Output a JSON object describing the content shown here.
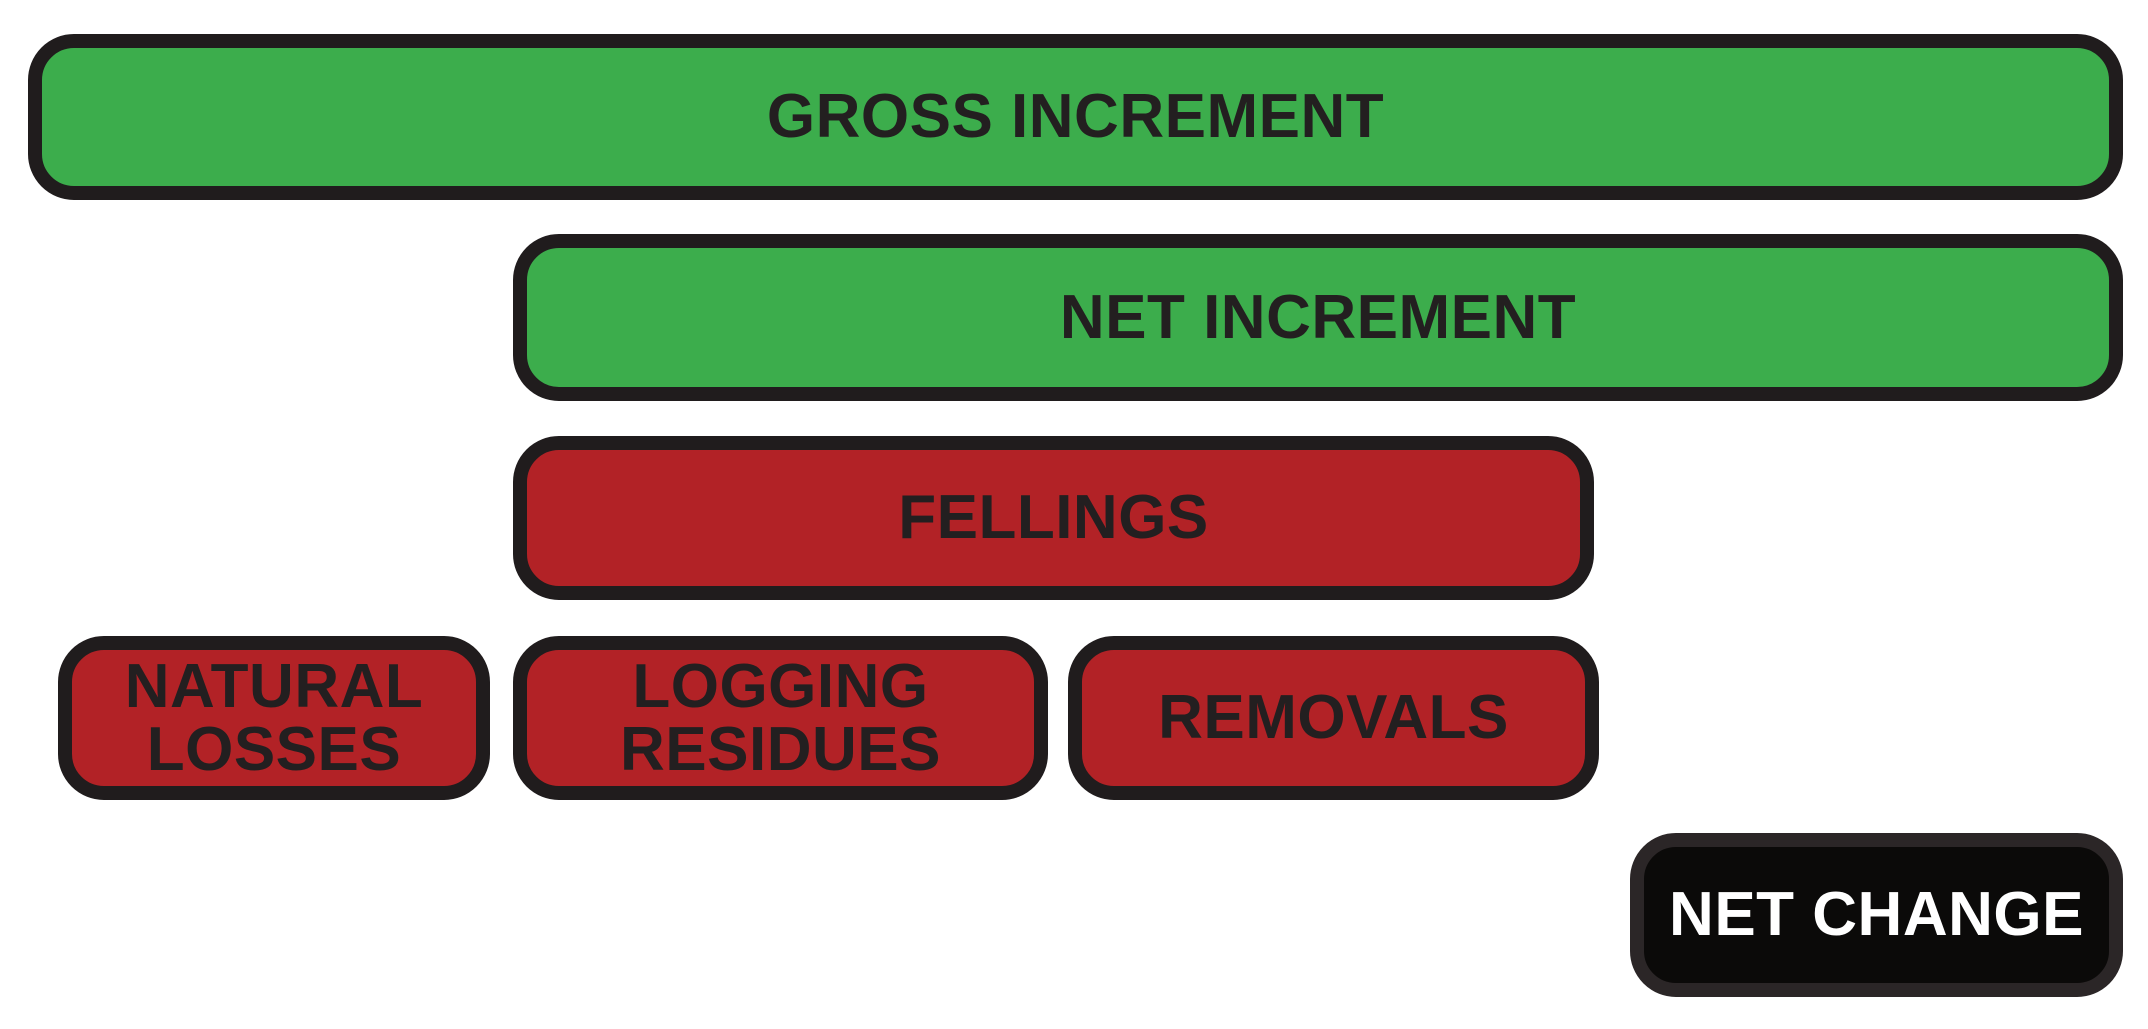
{
  "diagram": {
    "description": "Forest increment and fellings balance diagram",
    "colors": {
      "increment_green": "#3cad4c",
      "loss_red": "#b22226",
      "net_change_black": "#0b0a09",
      "border_ink": "#201c1d",
      "text_dark": "#231f20",
      "text_light": "#ffffff",
      "background": "#ffffff"
    },
    "boxes": {
      "gross_increment": {
        "label": "GROSS INCREMENT"
      },
      "net_increment": {
        "label": "NET INCREMENT"
      },
      "fellings": {
        "label": "FELLINGS"
      },
      "natural_losses": {
        "line1": "NATURAL",
        "line2": "LOSSES"
      },
      "logging_residues": {
        "line1": "LOGGING",
        "line2": "RESIDUES"
      },
      "removals": {
        "label": "REMOVALS"
      },
      "net_change": {
        "label": "NET CHANGE"
      }
    }
  }
}
